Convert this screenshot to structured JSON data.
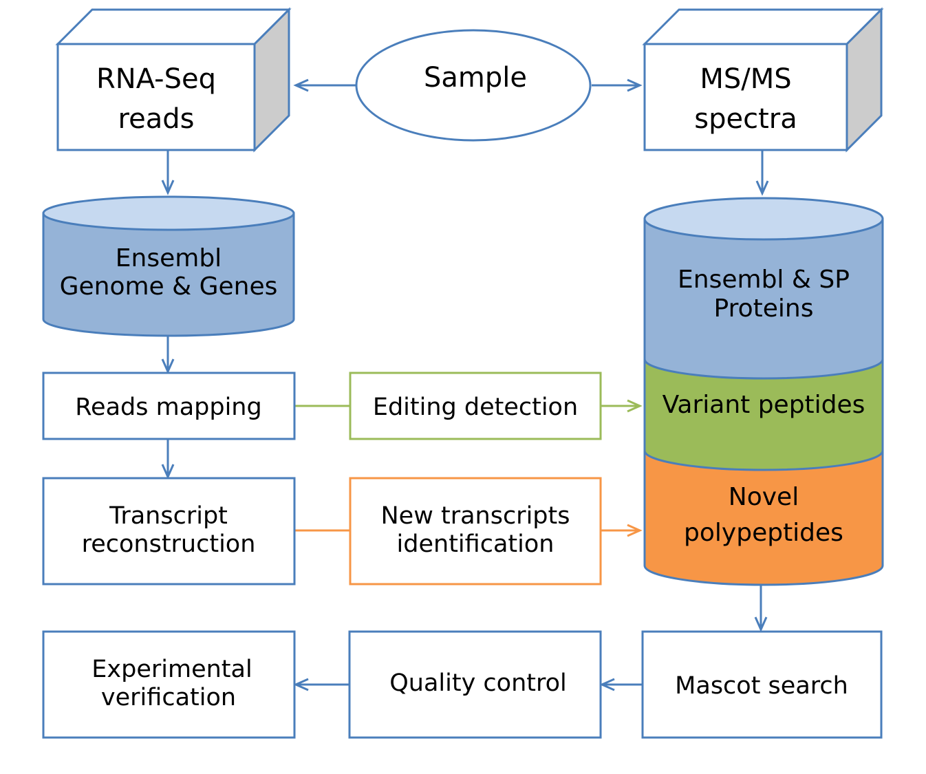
{
  "colors": {
    "blue": "#4a7ebb",
    "light_blue": "#95b3d7",
    "top_blue": "#c6d9f0",
    "green": "#9bbb59",
    "orange": "#f79646",
    "side_gray": "#cccccc"
  },
  "nodes": {
    "sample": "Sample",
    "rna_seq": [
      "RNA-Seq",
      "reads"
    ],
    "msms": [
      "MS/MS",
      "spectra"
    ],
    "ensembl_genome": [
      "Ensembl",
      "Genome & Genes"
    ],
    "reads_mapping": "Reads mapping",
    "editing_detection": "Editing detection",
    "transcript_reconstruction": [
      "Transcript",
      "reconstruction"
    ],
    "new_transcripts": [
      "New transcripts",
      "identification"
    ],
    "ensembl_sp": [
      "Ensembl & SP",
      "Proteins"
    ],
    "variant_peptides": "Variant peptides",
    "novel_polypeptides": [
      "Novel",
      "polypeptides"
    ],
    "mascot_search": "Mascot search",
    "quality_control": "Quality control",
    "experimental_verification": [
      "Experimental",
      "verification"
    ]
  }
}
